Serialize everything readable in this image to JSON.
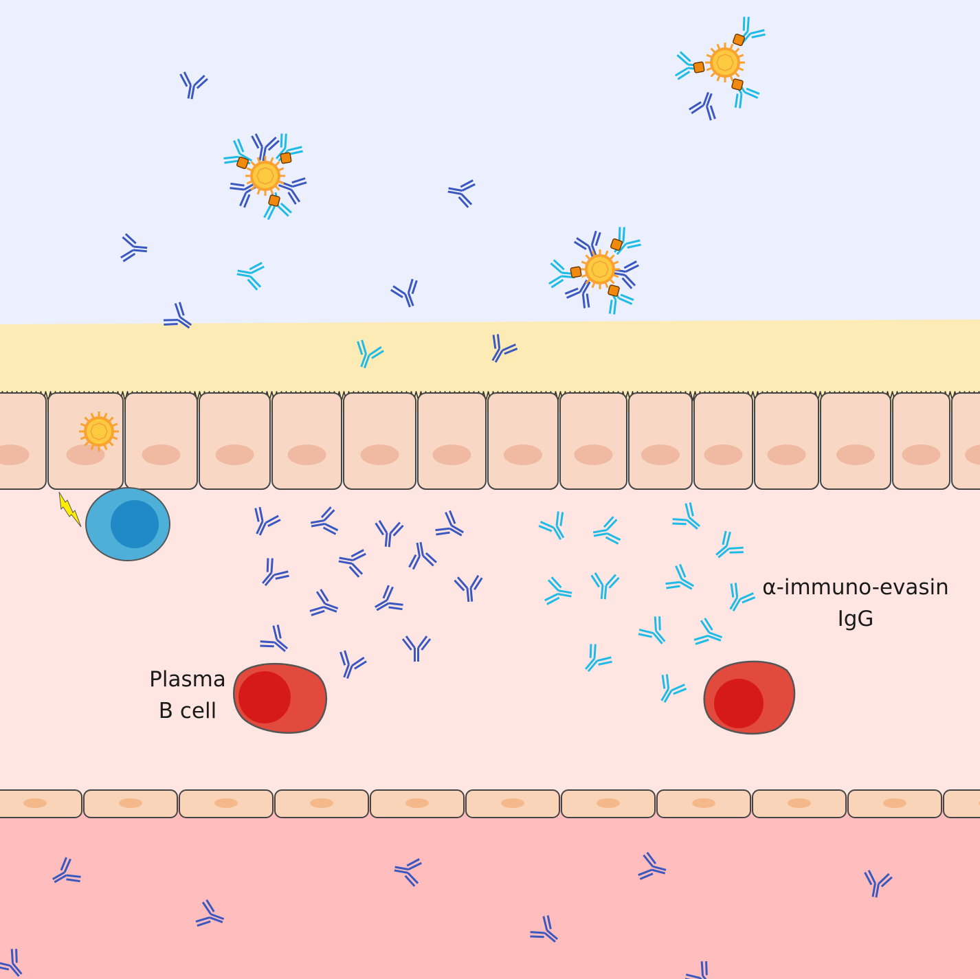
{
  "labels": {
    "plasma_b_cell": [
      "Plasma",
      "B cell"
    ],
    "igg": [
      "α-immuno-evasin",
      "IgG"
    ]
  },
  "colors": {
    "lumen": "#eceffd",
    "mucus": "#fdebb6",
    "epithelium_cell": "#f8d8c5",
    "epithelium_nucleus": "#efb9a2",
    "lamina_propria": "#ffe6e2",
    "endothelium_cell": "#f9d4b8",
    "blood": "#ffbdbd",
    "antibody_dark": "#3a58c0",
    "antibody_light": "#1fbbe7",
    "virus": "#f9a230",
    "virus_core": "#fdc93f",
    "evasin": "#f0890e",
    "plasma_cell": "#e14a3d",
    "plasma_nucleus": "#d61a17",
    "immune_cell": "#4eb0d9",
    "immune_nucleus": "#1f8ac6",
    "lightning": "#ffee00"
  },
  "icons": [
    "virus-icon",
    "antibody-icon",
    "lightning-icon"
  ]
}
